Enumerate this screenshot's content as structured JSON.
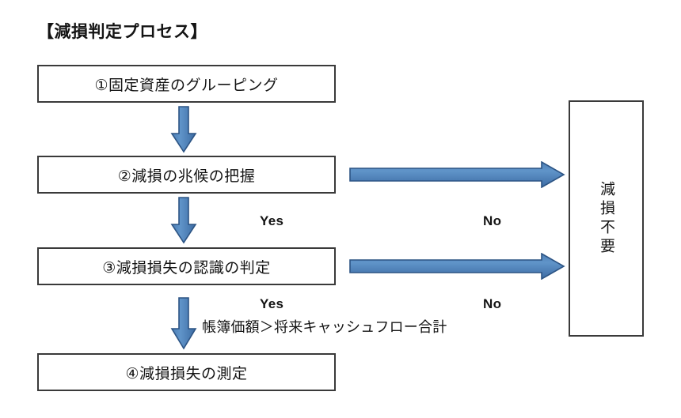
{
  "diagram": {
    "title": "【減損判定プロセス】",
    "type": "flowchart",
    "colors": {
      "arrow_fill_light": "#5b8ec4",
      "arrow_fill_dark": "#3e6ca3",
      "arrow_stroke": "#2c5484",
      "box_border": "#3a3a3a",
      "text": "#141414",
      "background": "#ffffff"
    },
    "steps": [
      {
        "id": "step-1",
        "label": "①固定資産のグルーピング"
      },
      {
        "id": "step-2",
        "label": "②減損の兆候の把握"
      },
      {
        "id": "step-3",
        "label": "③減損損失の認識の判定"
      },
      {
        "id": "step-4",
        "label": "④減損損失の測定"
      }
    ],
    "terminal": {
      "id": "no-impairment",
      "label": "減損不要",
      "orientation": "vertical"
    },
    "branches": [
      {
        "id": "branch-yes-1",
        "label": "Yes",
        "from": "step-2",
        "to": "step-3"
      },
      {
        "id": "branch-no-1",
        "label": "No",
        "from": "step-2",
        "to": "no-impairment"
      },
      {
        "id": "branch-yes-2",
        "label": "Yes",
        "from": "step-3",
        "to": "step-4"
      },
      {
        "id": "branch-no-2",
        "label": "No",
        "from": "step-3",
        "to": "no-impairment"
      }
    ],
    "condition_note": "帳簿価額＞将来キャッシュフロー合計"
  }
}
